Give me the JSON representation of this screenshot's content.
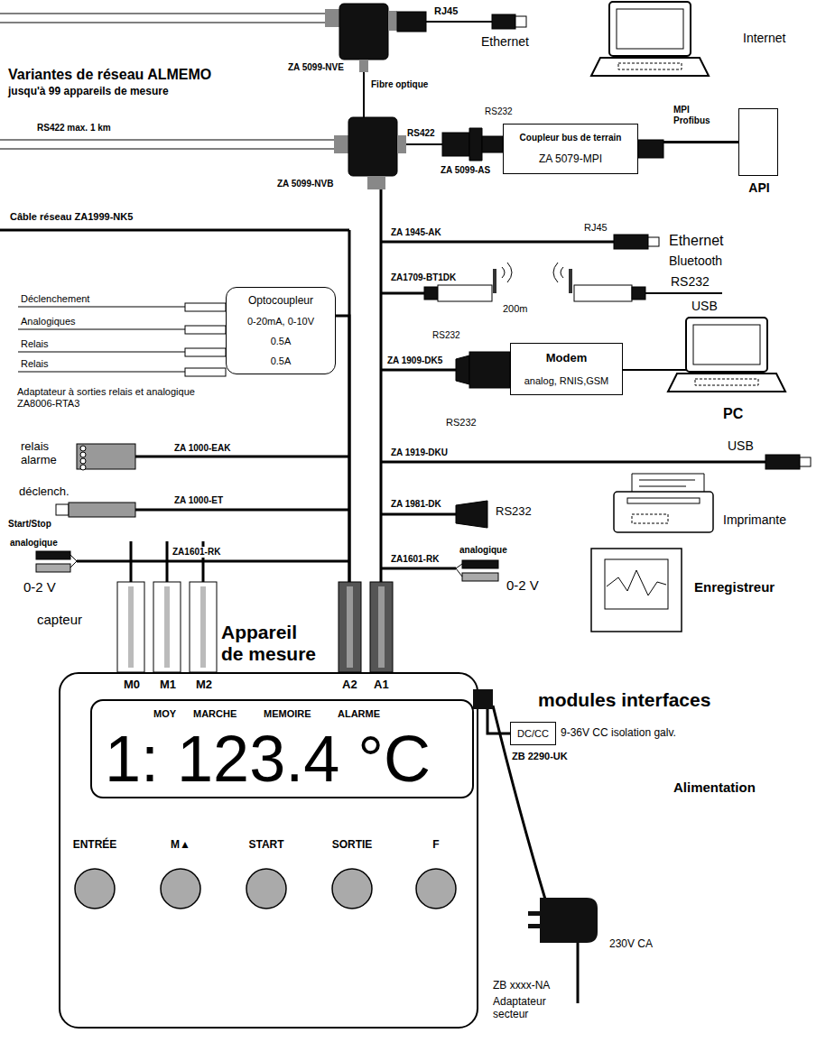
{
  "diagram": {
    "nodes": [
      {
        "text": [
          "Coupleur bus de terrain",
          "ZA 5079-MPI"
        ]
      },
      {
        "text": [
          "API"
        ]
      },
      {
        "text": [
          "Optocoupleur",
          "0-20mA, 0-10V",
          "0.5A",
          "0.5A"
        ]
      },
      {
        "text": [
          "Modem",
          "analog, RNIS,GSM"
        ]
      },
      {
        "text": [
          "DC/CC"
        ]
      },
      {
        "text": [
          "Appareil de mesure"
        ]
      },
      {
        "text": [
          "MOY",
          "MARCHE",
          "MEMOIRE",
          "ALARME",
          "1: 123.4 °C"
        ],
        "in": 5
      },
      {
        "text": [
          "ENTRÉE"
        ],
        "in": 5
      },
      {
        "text": [
          "M▲"
        ],
        "in": 5
      },
      {
        "text": [
          "START"
        ],
        "in": 5
      },
      {
        "text": [
          "SORTIE"
        ],
        "in": 5
      },
      {
        "text": [
          "F"
        ],
        "in": 5
      }
    ],
    "edges": [
      {
        "from": 0,
        "to": 1,
        "arrow": "none"
      },
      {
        "from": 2,
        "to": 5,
        "arrow": "none"
      },
      {
        "from": 4,
        "to": 5,
        "arrow": "none"
      }
    ],
    "labels": [
      "RJ45",
      "ZA 5099-NVE",
      "Ethernet",
      "Internet",
      "Variantes de réseau ALMEMO",
      "jusqu'à 99 appareils de mesure",
      "Fibre optique",
      "RS422 max. 1 km",
      "RS232",
      "RS422",
      "ZA 5099-NVB",
      "ZA 5099-AS",
      "MPI Profibus",
      "Câble réseau ZA1999-NK5",
      "RJ45",
      "ZA 1945-AK",
      "Ethernet",
      "Bluetooth",
      "ZA1709-BT1DK",
      "200m",
      "RS232",
      "USB",
      "Déclenchement",
      "Analogiques",
      "Relais",
      "Relais",
      "Adaptateur à sorties relais et analogique ZA8006-RTA3",
      "RS232",
      "ZA 1909-DK5",
      "PC",
      "RS232",
      "relais alarme",
      "ZA 1000-EAK",
      "ZA 1919-DKU",
      "USB",
      "déclench.",
      "Start/Stop",
      "ZA 1000-ET",
      "ZA 1981-DK",
      "RS232",
      "Imprimante",
      "analogique",
      "ZA1601-RK",
      "0-2 V",
      "ZA1601-RK",
      "analogique",
      "0-2 V",
      "Enregistreur",
      "capteur",
      "modules interfaces",
      "M0",
      "M1",
      "M2",
      "A2",
      "A1",
      "9-36V CC isolation galv.",
      "ZB 2290-UK",
      "Alimentation",
      "ZB xxxx-NA",
      "230V CA",
      "Adaptateur secteur"
    ]
  }
}
